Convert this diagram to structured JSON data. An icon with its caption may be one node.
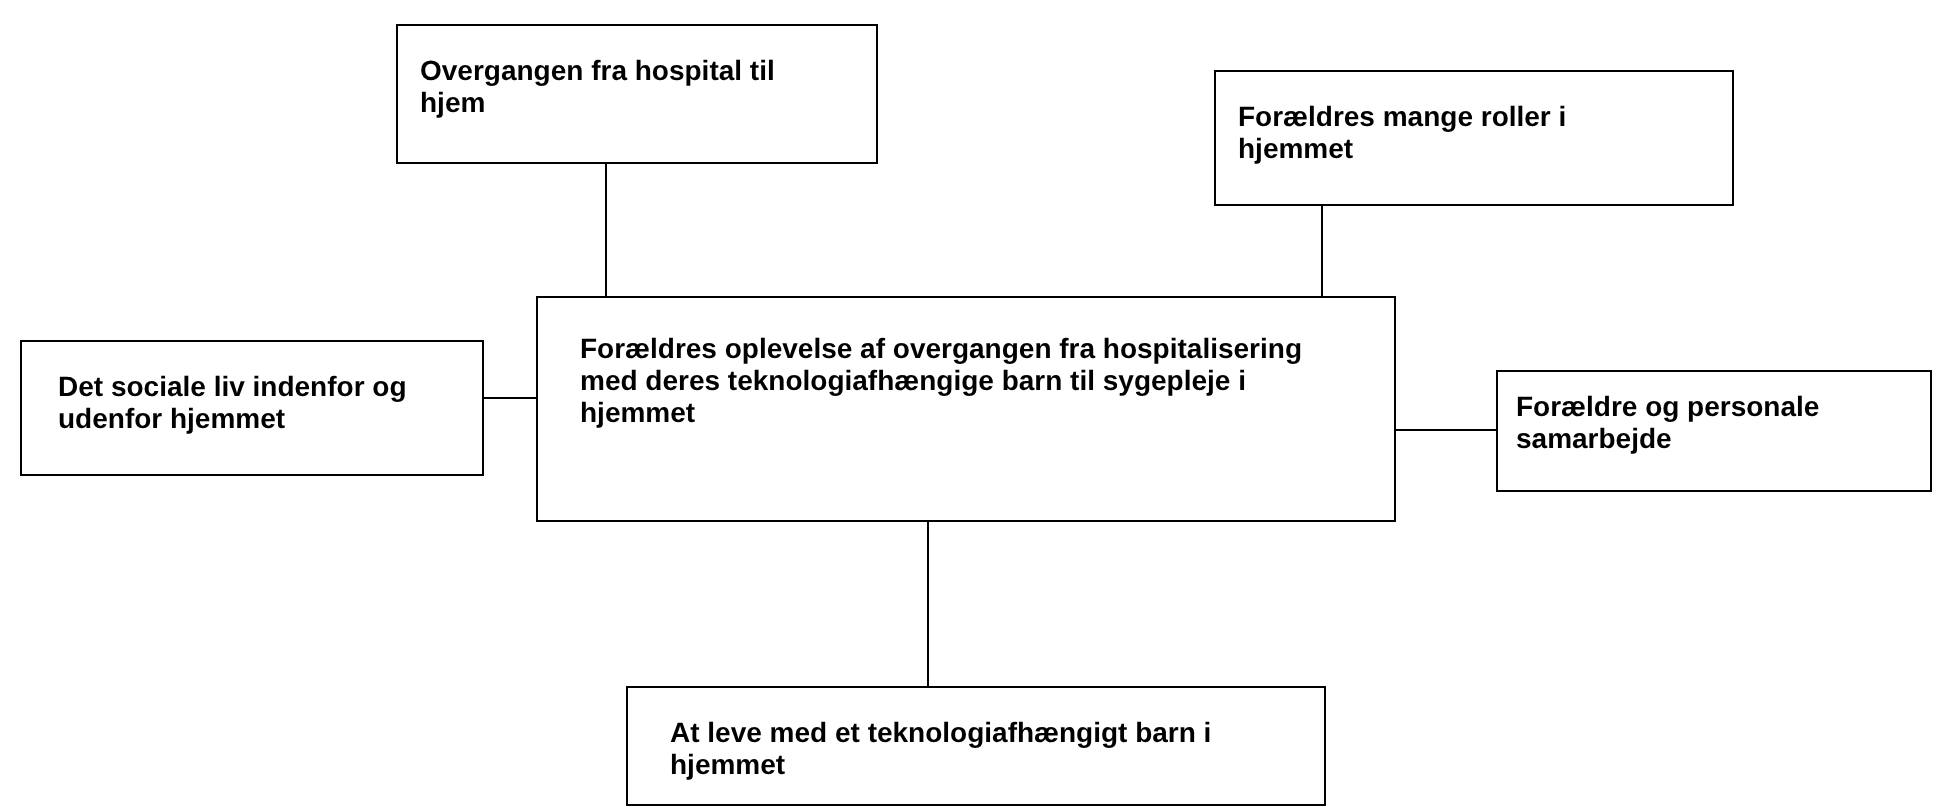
{
  "diagram": {
    "nodes": [
      {
        "text": [
          "Overgangen fra hospital til hjem"
        ]
      },
      {
        "text": [
          "Forældres mange roller i hjemmet"
        ]
      },
      {
        "text": [
          "Det sociale liv indenfor og udenfor hjemmet"
        ]
      },
      {
        "text": [
          "Forældres oplevelse af overgangen fra hospitalisering med deres teknologiafhængige barn til sygepleje i hjemmet"
        ]
      },
      {
        "text": [
          "Forældre og personale samarbejde"
        ]
      },
      {
        "text": [
          "At leve med et teknologiafhængigt barn i hjemmet"
        ]
      }
    ],
    "edges": [
      {
        "from": 3,
        "to": 0,
        "arrow": "none"
      },
      {
        "from": 3,
        "to": 1,
        "arrow": "none"
      },
      {
        "from": 3,
        "to": 2,
        "arrow": "none"
      },
      {
        "from": 3,
        "to": 4,
        "arrow": "none"
      },
      {
        "from": 3,
        "to": 5,
        "arrow": "none"
      }
    ]
  }
}
